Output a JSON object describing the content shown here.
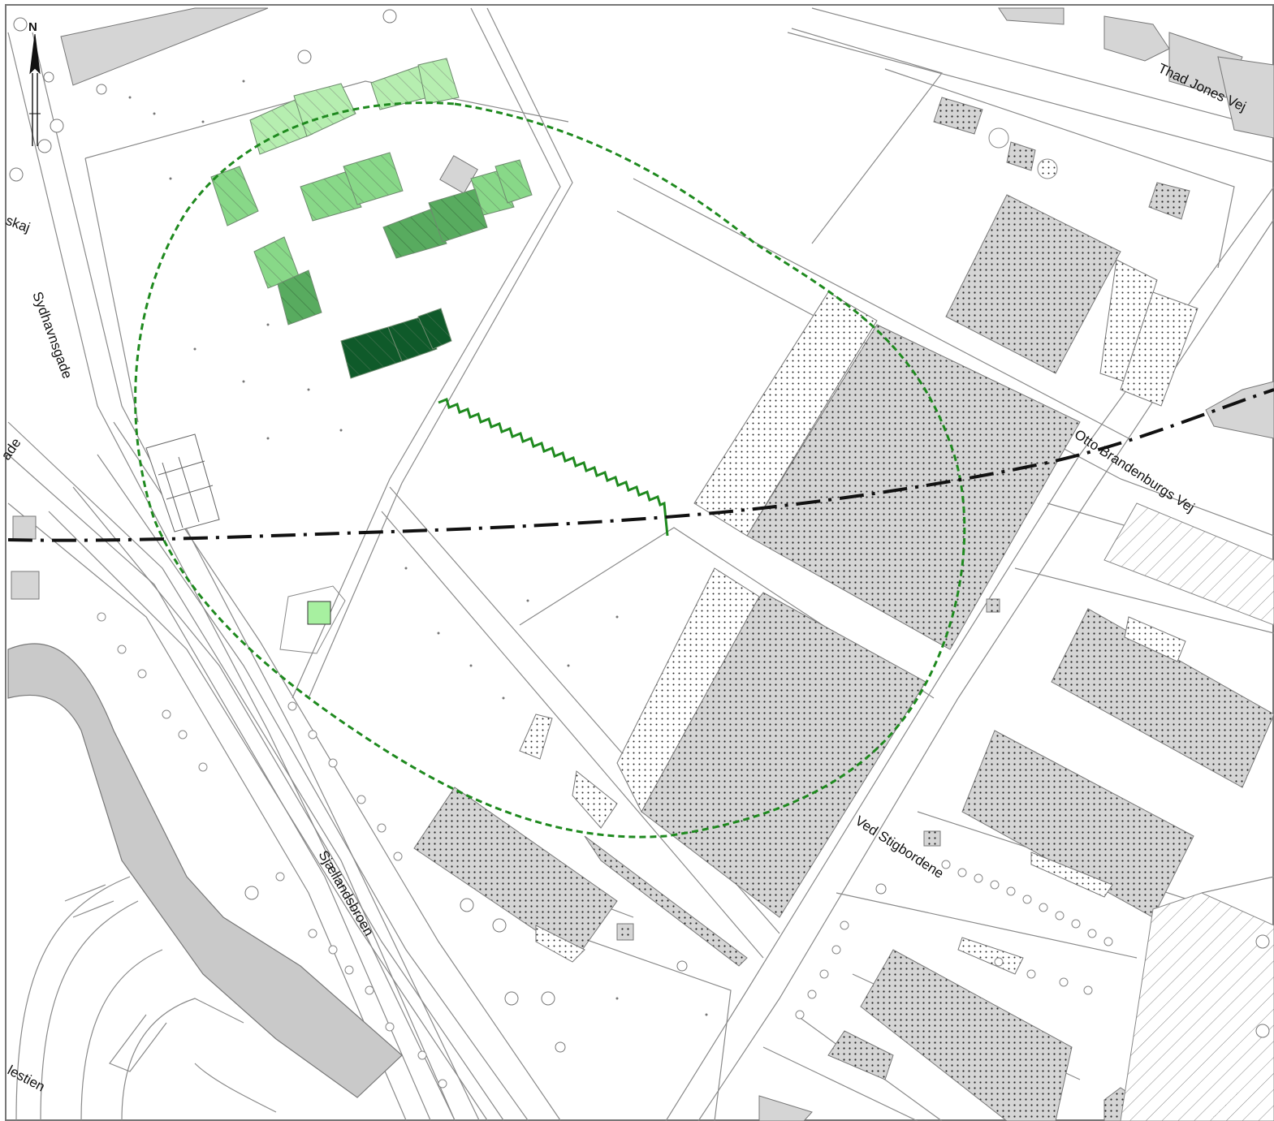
{
  "map": {
    "north_label": "N",
    "street_labels": {
      "thad_jones_vej": "Thad Jones Vej",
      "otto_brandenburgs_vej": "Otto Brandenburgs Vej",
      "ved_stigbordene": "Ved Stigbordene",
      "sjaellandsbroen": "Sjællandsbroen",
      "sydhavnsgade": "Sydhavnsgade",
      "kaj_fragment": "skaj",
      "gade_fragment": "ade",
      "stien_fragment": "lestien"
    },
    "colors": {
      "building_gray": "#d5d5d5",
      "line_gray": "#8a8a8a",
      "water_gray": "#c9c9c9",
      "green_light": "#b6eeb0",
      "green_mid": "#88d888",
      "green_darker": "#58ab5f",
      "green_darkest": "#0f5a2a",
      "boundary_green": "#1f8a1f",
      "marker_green": "#a7f0a0"
    },
    "icons": {
      "north_arrow": "north-arrow-icon"
    }
  }
}
